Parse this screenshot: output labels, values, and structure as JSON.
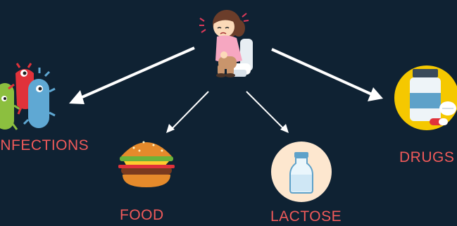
{
  "labels": {
    "infections": "INFECTIONS",
    "food": "FOOD",
    "lactose": "LACTOSE",
    "drugs": "DRUGS"
  },
  "colors": {
    "background": "#0f2233",
    "label": "#f05a5a",
    "arrow": "#ffffff",
    "drug_circle": "#f5c800",
    "lactose_circle": "#fde7cf"
  },
  "icons": {
    "center": "person-on-toilet-icon",
    "infections": "bacteria-icon",
    "food": "burger-icon",
    "lactose": "milk-bottle-icon",
    "drugs": "pill-bottle-icon"
  }
}
